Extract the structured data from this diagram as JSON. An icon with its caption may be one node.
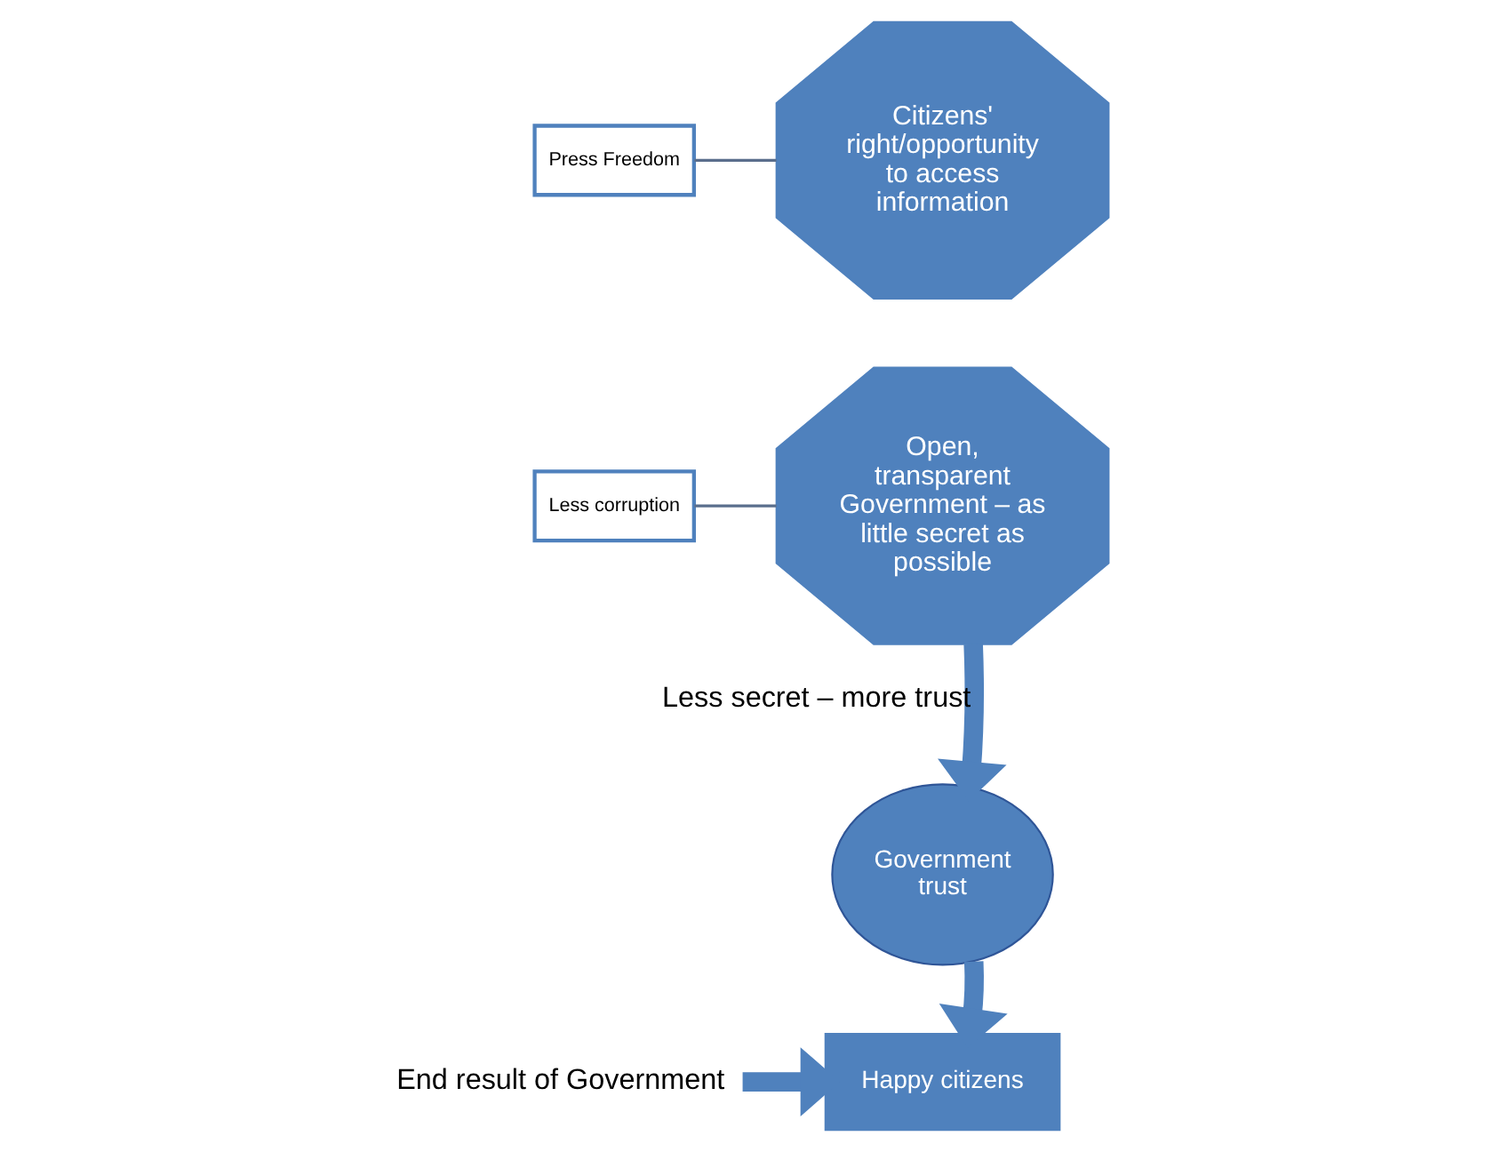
{
  "diagram": {
    "nodes": [
      {
        "text": [
          "Press Freedom"
        ]
      },
      {
        "text": [
          "Citizens' right/opportunity to access information"
        ]
      },
      {
        "text": [
          "Less corruption"
        ]
      },
      {
        "text": [
          "Open, transparent Government – as little secret as possible"
        ]
      },
      {
        "text": [
          "Government trust"
        ]
      },
      {
        "text": [
          "Happy citizens"
        ]
      },
      {
        "text": [
          "End result of Government"
        ]
      }
    ],
    "edges": [
      {
        "from": 0,
        "to": 1,
        "arrow": "none"
      },
      {
        "from": 2,
        "to": 3,
        "arrow": "none"
      },
      {
        "from": 3,
        "to": 4,
        "arrow": "to",
        "label": "Less secret – more trust"
      },
      {
        "from": 4,
        "to": 5,
        "arrow": "to"
      },
      {
        "from": 6,
        "to": 5,
        "arrow": "to"
      }
    ]
  }
}
